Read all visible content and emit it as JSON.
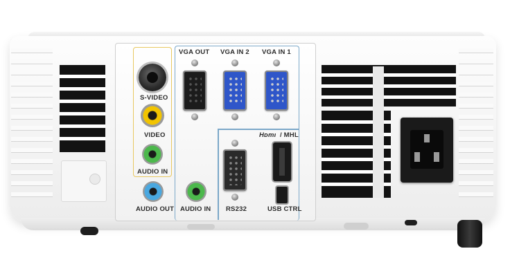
{
  "panel": {
    "svideo": "S-VIDEO",
    "video": "VIDEO",
    "audio_in_left": "AUDIO IN",
    "audio_out": "AUDIO OUT",
    "audio_in_right": "AUDIO IN",
    "vga_out": "VGA OUT",
    "vga_in_2": "VGA IN 2",
    "vga_in_1": "VGA IN 1",
    "hdmi_logo": "Hᴅmı",
    "hdmi_suffix": "/ MHL",
    "rs232": "RS232",
    "usb_ctrl": "USB CTRL"
  },
  "colors": {
    "video_frame": "#e8c860",
    "vga_frame": "#7aa7c8",
    "vga_in_port": "#2f56c9",
    "composite_yellow": "#f2c400",
    "audio_in_green": "#4cb84c",
    "audio_out_blue": "#4aa8e0"
  }
}
